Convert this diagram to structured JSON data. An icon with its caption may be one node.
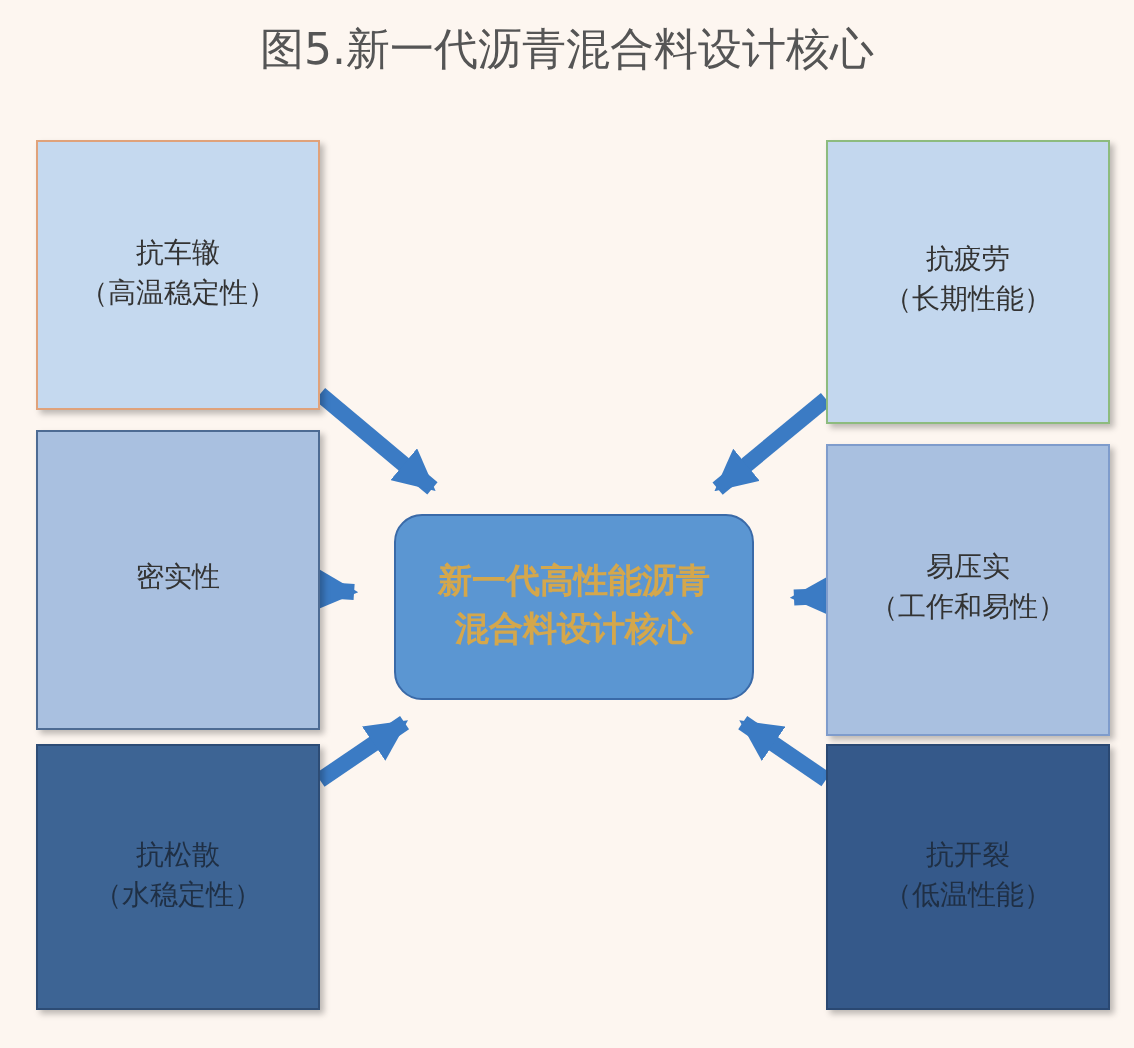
{
  "diagram": {
    "title": "图5.新一代沥青混合料设计核心",
    "nodes": [
      {
        "text": [
          "抗车辙",
          "（高温稳定性）"
        ]
      },
      {
        "text": [
          "抗疲劳",
          "（长期性能）"
        ]
      },
      {
        "text": [
          "密实性"
        ]
      },
      {
        "text": [
          "新一代高性能沥青混合料设计核心"
        ]
      },
      {
        "text": [
          "易压实",
          "（工作和易性）"
        ]
      },
      {
        "text": [
          "抗松散",
          "（水稳定性）"
        ]
      },
      {
        "text": [
          "抗开裂",
          "（低温性能）"
        ]
      }
    ],
    "edges": [
      {
        "from": 0,
        "to": 3,
        "arrow": "to"
      },
      {
        "from": 1,
        "to": 3,
        "arrow": "to"
      },
      {
        "from": 2,
        "to": 3,
        "arrow": "to"
      },
      {
        "from": 4,
        "to": 3,
        "arrow": "to"
      },
      {
        "from": 5,
        "to": 3,
        "arrow": "to"
      },
      {
        "from": 6,
        "to": 3,
        "arrow": "to"
      }
    ]
  }
}
